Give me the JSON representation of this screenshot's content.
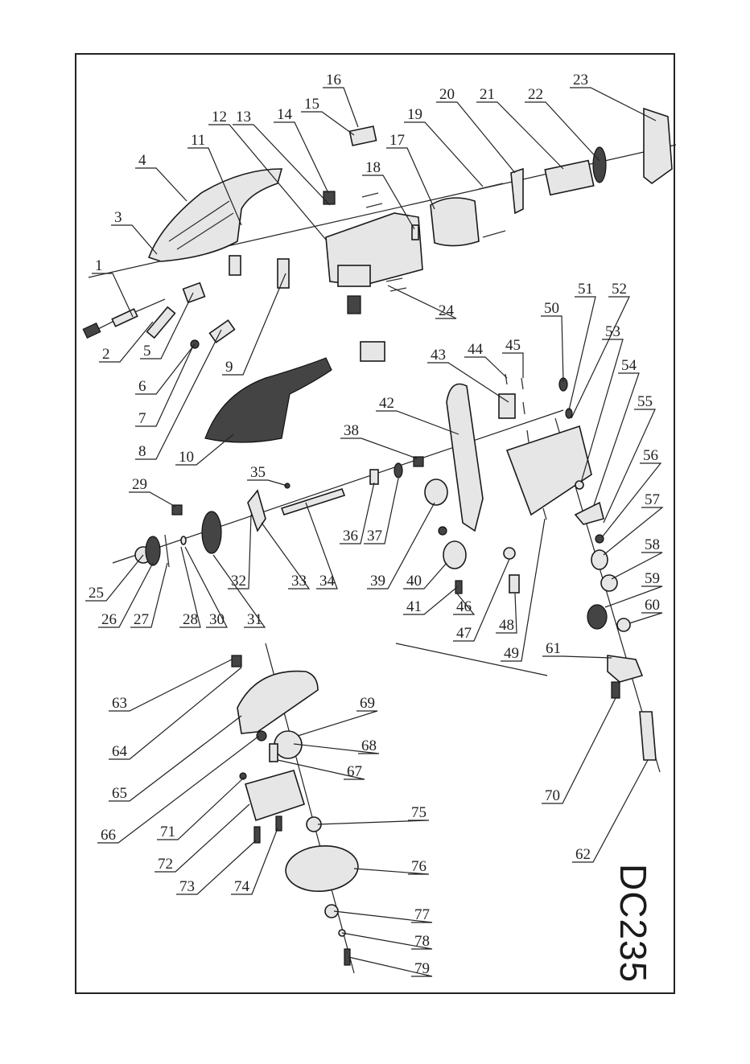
{
  "model_code": "DC235",
  "labels": [
    "1",
    "2",
    "3",
    "4",
    "5",
    "6",
    "7",
    "8",
    "9",
    "10",
    "11",
    "12",
    "13",
    "14",
    "15",
    "16",
    "17",
    "18",
    "19",
    "20",
    "21",
    "22",
    "23",
    "24",
    "25",
    "26",
    "27",
    "28",
    "29",
    "30",
    "31",
    "32",
    "33",
    "34",
    "35",
    "36",
    "37",
    "38",
    "39",
    "40",
    "41",
    "42",
    "43",
    "44",
    "45",
    "46",
    "47",
    "48",
    "49",
    "50",
    "51",
    "52",
    "53",
    "54",
    "55",
    "56",
    "57",
    "58",
    "59",
    "60",
    "61",
    "62",
    "63",
    "64",
    "65",
    "66",
    "67",
    "68",
    "69",
    "70",
    "71",
    "72",
    "73",
    "74",
    "75",
    "76",
    "77",
    "78",
    "79"
  ],
  "icons": [
    "handle-cover-icon",
    "motor-housing-icon",
    "stator-icon",
    "armature-icon",
    "gear-icon",
    "gear-housing-icon",
    "blade-guard-icon",
    "base-plate-icon",
    "cutting-disc-icon",
    "flange-icon",
    "bolt-icon",
    "power-cord-icon",
    "carry-handle-icon"
  ]
}
